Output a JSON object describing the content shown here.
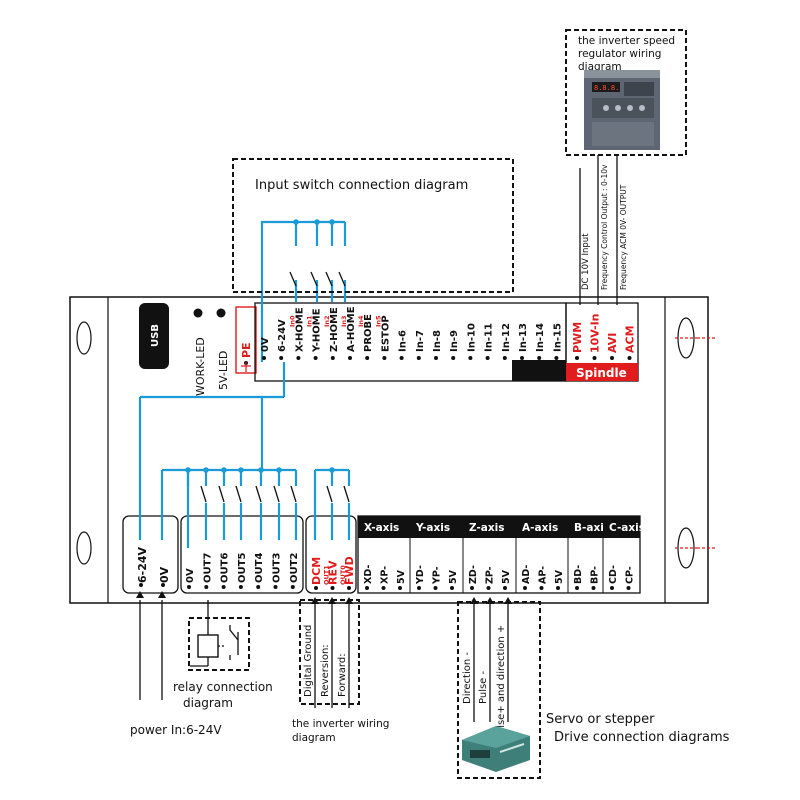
{
  "captions": {
    "input_switch": "Input switch connection diagram",
    "inverter_speed": [
      "the inverter speed",
      "regulator wiring",
      "diagram"
    ],
    "relay": [
      "relay connection",
      "diagram"
    ],
    "power_in": "power In:6-24V",
    "inverter_wiring": [
      "the inverter wiring",
      "diagram"
    ],
    "servo": [
      "Servo or stepper",
      "Drive connection diagrams"
    ]
  },
  "board": {
    "usb": "USB",
    "work_led": "WORK-LED",
    "led_5v": "5V-LED",
    "pe": "PE",
    "spindle": "Spindle",
    "power_terms": [
      "6-24V",
      "0V"
    ]
  },
  "top_terminals": [
    {
      "prefix": "",
      "label": "0V"
    },
    {
      "prefix": "",
      "label": "6-24V"
    },
    {
      "prefix": "In0",
      "label": "X-HOME"
    },
    {
      "prefix": "In1",
      "label": "Y-HOME"
    },
    {
      "prefix": "In2",
      "label": "Z-HOME"
    },
    {
      "prefix": "In3",
      "label": "A-HOME"
    },
    {
      "prefix": "In4",
      "label": "PROBE"
    },
    {
      "prefix": "In5",
      "label": "ESTOP"
    },
    {
      "prefix": "",
      "label": "In-6"
    },
    {
      "prefix": "",
      "label": "In-7"
    },
    {
      "prefix": "",
      "label": "In-8"
    },
    {
      "prefix": "",
      "label": "In-9"
    },
    {
      "prefix": "",
      "label": "In-10"
    },
    {
      "prefix": "",
      "label": "In-11"
    },
    {
      "prefix": "",
      "label": "In-12"
    },
    {
      "prefix": "",
      "label": "In-13"
    },
    {
      "prefix": "",
      "label": "In-14"
    },
    {
      "prefix": "",
      "label": "In-15"
    }
  ],
  "spindle_terminals": [
    "PWM",
    "10V-In",
    "AVI",
    "ACM"
  ],
  "spindle_wires": [
    "DC 10V Input",
    "Frequency Control Output : 0-10v",
    "Frequency ACM 0V- OUTPUT"
  ],
  "out_terminals": [
    "0V",
    "OUT7",
    "OUT6",
    "OUT5",
    "OUT4",
    "OUT3",
    "OUT2"
  ],
  "inverter_terminals": [
    {
      "top": "",
      "main": "DCM"
    },
    {
      "top": "OUT1",
      "main": "REV"
    },
    {
      "top": "OUT0",
      "main": "FWD"
    }
  ],
  "inverter_wires": [
    "Digital Ground",
    "Reversion:",
    "Forward:"
  ],
  "axes": [
    {
      "name": "X-axis",
      "pins": [
        "XD-",
        "XP-",
        "5V"
      ]
    },
    {
      "name": "Y-axis",
      "pins": [
        "YD-",
        "YP-",
        "5V"
      ]
    },
    {
      "name": "Z-axis",
      "pins": [
        "ZD-",
        "ZP-",
        "5V"
      ]
    },
    {
      "name": "A-axis",
      "pins": [
        "AD-",
        "AP-",
        "5V"
      ]
    },
    {
      "name": "B-axis",
      "pins": [
        "BD-",
        "BP-"
      ]
    },
    {
      "name": "C-axis",
      "pins": [
        "CD-",
        "CP-"
      ]
    }
  ],
  "driver_wires": [
    "Direction -",
    "Pulse -",
    "Pulse+ and direction +"
  ]
}
